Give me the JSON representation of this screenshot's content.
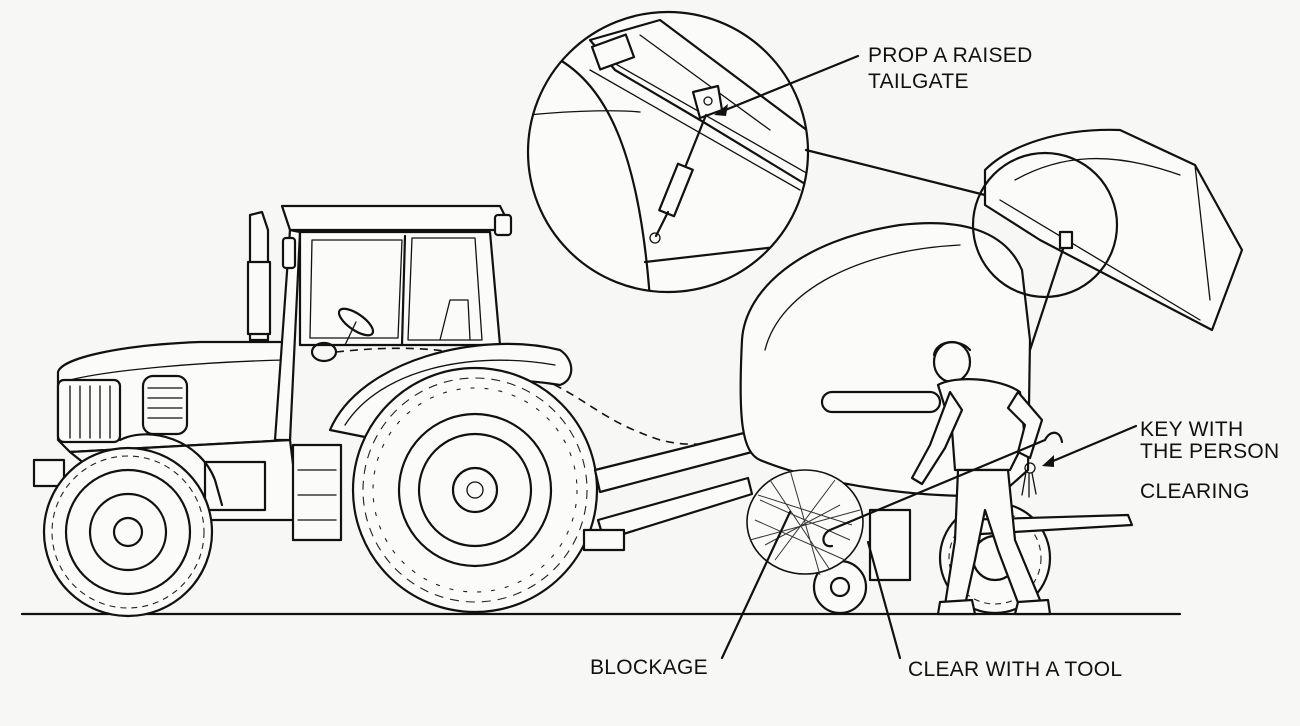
{
  "labels": {
    "prop_tailgate_line1": "PROP A RAISED",
    "prop_tailgate_line2": "TAILGATE",
    "key_with_person_line1": "KEY WITH",
    "key_with_person_line2": "THE PERSON",
    "key_with_person_line3": "CLEARING",
    "blockage": "BLOCKAGE",
    "clear_with_tool": "CLEAR WITH A TOOL"
  },
  "colors": {
    "ink": "#111111",
    "paper": "#f7f7f5"
  }
}
